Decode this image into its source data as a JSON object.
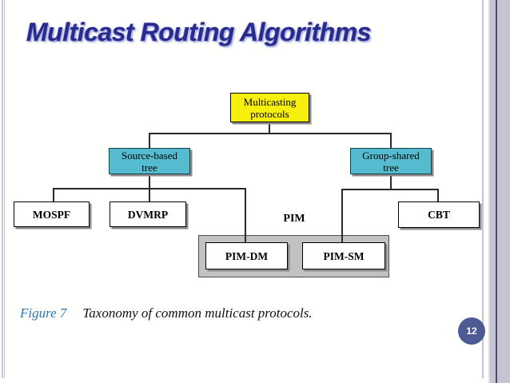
{
  "slide": {
    "title": "Multicast Routing Algorithms",
    "page_number": "12"
  },
  "caption": {
    "figure_label": "Figure 7",
    "text": "Taxonomy of common multicast protocols."
  },
  "diagram": {
    "nodes": {
      "multicasting": {
        "line1": "Multicasting",
        "line2": "protocols"
      },
      "source_based": {
        "line1": "Source-based",
        "line2": "tree"
      },
      "group_shared": {
        "line1": "Group-shared",
        "line2": "tree"
      },
      "mospf": "MOSPF",
      "dvmrp": "DVMRP",
      "cbt": "CBT",
      "pim": "PIM",
      "pim_dm": "PIM-DM",
      "pim_sm": "PIM-SM"
    },
    "colors": {
      "root_fill": "#F7EF0D",
      "branch_fill": "#54BCCE",
      "leaf_fill": "#FFFFFF",
      "pim_group_fill": "#C2C2C2",
      "connector": "#2A2A2A"
    }
  },
  "theme": {
    "title_color": "#282B8E",
    "figure_label_color": "#2C77B8",
    "page_badge_color": "#4E5A94",
    "border_accent": "#4C4C6E",
    "border_band": "#C4C4D2"
  }
}
